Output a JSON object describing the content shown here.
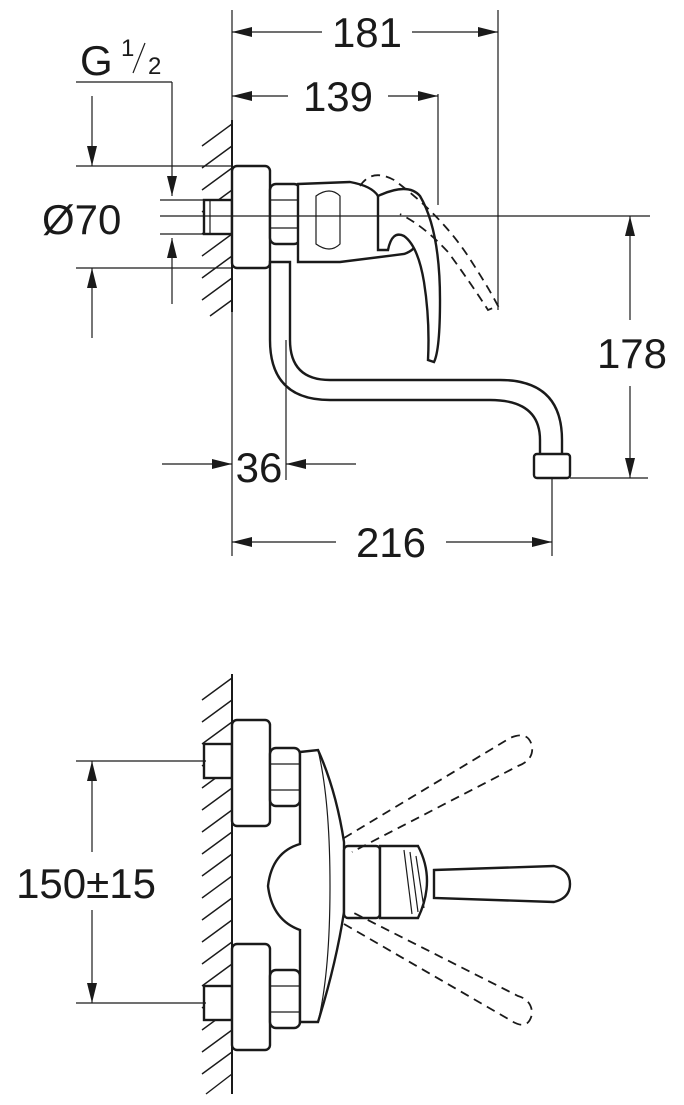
{
  "top_view": {
    "dims": {
      "overall_depth": "181",
      "lever_depth": "139",
      "thread_prefix": "G",
      "thread_numerator": "1",
      "thread_denominator": "2",
      "flange_diameter": "Ø70",
      "height": "178",
      "wall_offset": "36",
      "spout_reach": "216"
    }
  },
  "bottom_view": {
    "dims": {
      "centers": "150±15"
    }
  }
}
